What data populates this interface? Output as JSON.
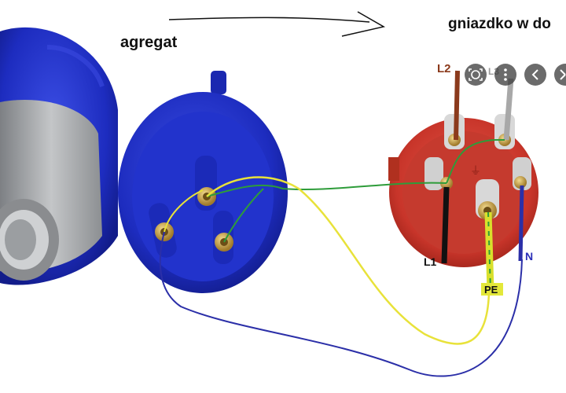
{
  "labels": {
    "source": "agregat",
    "destination": "gniazdko w do",
    "L1": "L1",
    "L2": "L2",
    "L3": "L3",
    "N": "N",
    "PE": "PE"
  },
  "colors": {
    "blue_plug": "#1f2fc8",
    "red_socket": "#d63a2e",
    "grey_body": "#9ea1a4",
    "brass": "#c9a24a",
    "wire_yellow": "#e8e23a",
    "wire_green": "#2e9c3a",
    "wire_blue": "#2b2fa8",
    "wire_black": "#111111",
    "wire_brown": "#8b3a1c",
    "wire_grey": "#a8a8a8",
    "wire_pe": "#d8e02c",
    "label_L2": "#8b3a1c",
    "label_N": "#2b2fb8"
  },
  "overlay_controls": {
    "lens_icon": "google-lens-icon",
    "more_icon": "more-vertical-icon",
    "prev_icon": "chevron-left-icon",
    "close_icon": "close-icon"
  }
}
